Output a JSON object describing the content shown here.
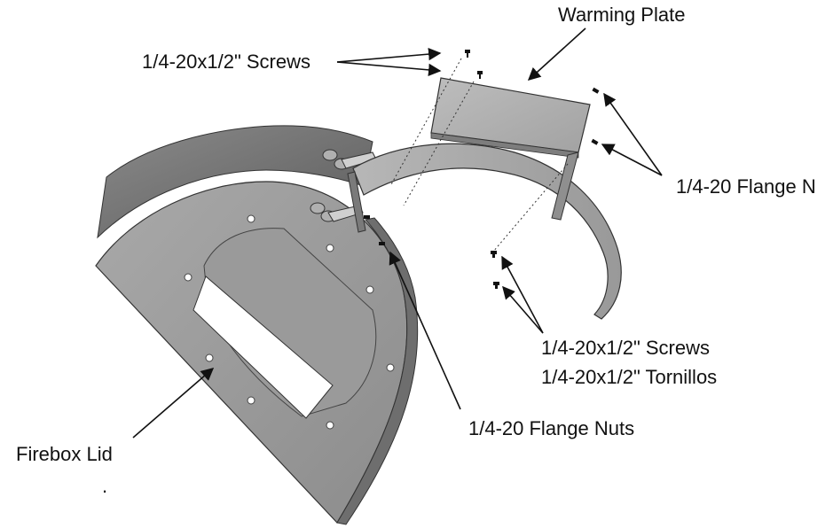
{
  "callouts": {
    "warming_plate": "Warming Plate",
    "screws_top": "1/4-20x1/2\" Screws",
    "flange_nuts_right": "1/4-20 Flange N",
    "screws_bottom": "1/4-20x1/2\" Screws",
    "tornillos_bottom": "1/4-20x1/2\" Tornillos",
    "flange_nuts_bottom": "1/4-20 Flange Nuts",
    "firebox_lid": "Firebox Lid",
    "stray_mark": "."
  }
}
